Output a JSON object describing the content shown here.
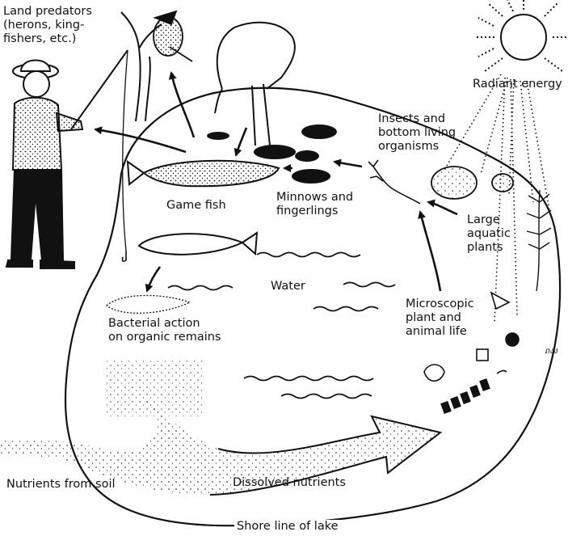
{
  "labels": {
    "land_predators": "Land predators\n(herons, king-\nfishers, etc.)",
    "radiant_energy": "Radiant energy",
    "insects": "Insects and\nbottom living\norganisms",
    "game_fish": "Game fish",
    "minnows": "Minnows and\nfingerlings",
    "large_plants": "Large\naquatic\nplants",
    "water": "Water",
    "microscopic": "Microscopic\nplant and\nanimal life",
    "bacterial": "Bacterial action\non organic remains",
    "nutrients_soil": "Nutrients from soil",
    "dissolved": "Dissolved nutrients",
    "shore": "Shore line of lake",
    "signature": "ถงง"
  },
  "colors": {
    "ink": "#111111",
    "paper": "#ffffff"
  }
}
